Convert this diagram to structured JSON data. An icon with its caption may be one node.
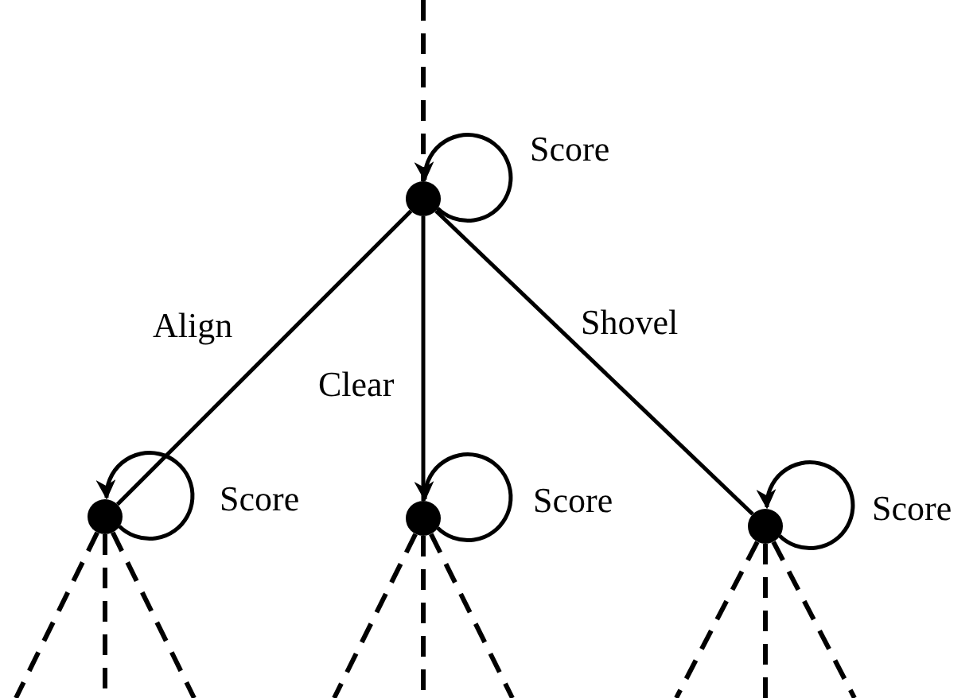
{
  "diagram": {
    "nodes": [
      {
        "text": [],
        "shape": "circle"
      },
      {
        "text": [],
        "shape": "circle"
      },
      {
        "text": [],
        "shape": "circle"
      },
      {
        "text": [],
        "shape": "circle"
      }
    ],
    "edges": [
      {
        "from": null,
        "to": 0,
        "arrow": "none",
        "style": "dashed"
      },
      {
        "from": 0,
        "to": 0,
        "arrow": "to",
        "label": "Score"
      },
      {
        "from": 0,
        "to": 1,
        "arrow": "none",
        "label": "Align"
      },
      {
        "from": 0,
        "to": 2,
        "arrow": "none",
        "label": "Clear"
      },
      {
        "from": 0,
        "to": 3,
        "arrow": "none",
        "label": "Shovel"
      },
      {
        "from": 1,
        "to": 1,
        "arrow": "to",
        "label": "Score"
      },
      {
        "from": 2,
        "to": 2,
        "arrow": "to",
        "label": "Score"
      },
      {
        "from": 3,
        "to": 3,
        "arrow": "to",
        "label": "Score"
      },
      {
        "from": 1,
        "to": null,
        "arrow": "none",
        "style": "dashed"
      },
      {
        "from": 1,
        "to": null,
        "arrow": "none",
        "style": "dashed"
      },
      {
        "from": 1,
        "to": null,
        "arrow": "none",
        "style": "dashed"
      },
      {
        "from": 2,
        "to": null,
        "arrow": "none",
        "style": "dashed"
      },
      {
        "from": 2,
        "to": null,
        "arrow": "none",
        "style": "dashed"
      },
      {
        "from": 2,
        "to": null,
        "arrow": "none",
        "style": "dashed"
      },
      {
        "from": 3,
        "to": null,
        "arrow": "none",
        "style": "dashed"
      },
      {
        "from": 3,
        "to": null,
        "arrow": "none",
        "style": "dashed"
      },
      {
        "from": 3,
        "to": null,
        "arrow": "none",
        "style": "dashed"
      }
    ]
  }
}
